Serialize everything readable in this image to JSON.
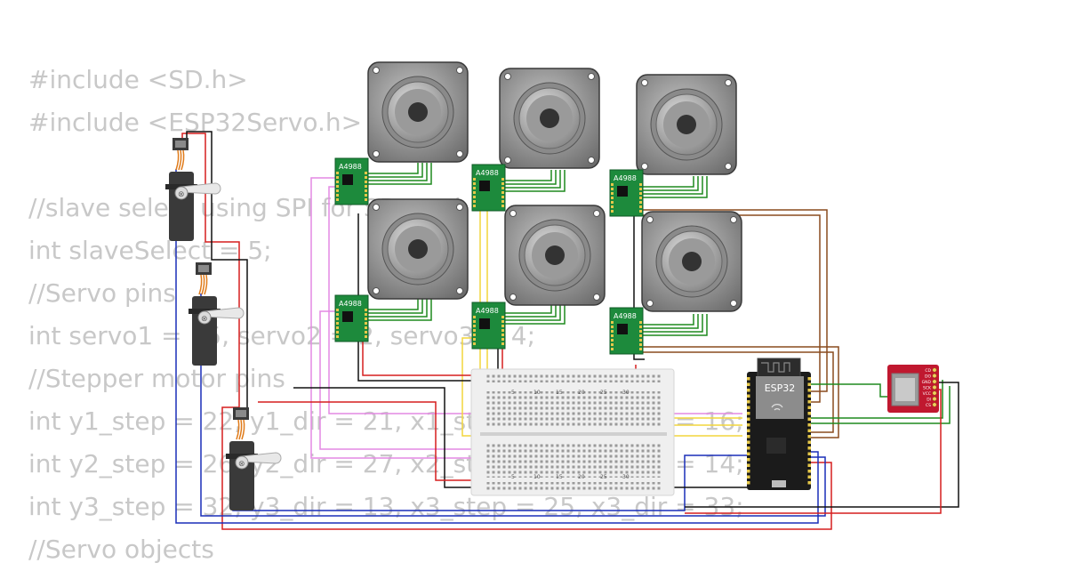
{
  "code_lines": [
    "#include <SD.h>",
    "#include <ESP32Servo.h>",
    "",
    "//slave select using SPI for SD card",
    "int slaveSelect = 5;",
    "//Servo pins",
    "int servo1 = 15, servo2 = 2, servo3 = 4;",
    "//Stepper motor pins",
    "int y1_step = 22, y1_dir = 21, x1_step = 19, x1_dir = 16;",
    "int y2_step = 26, y2_dir = 27, x2_step = 12, x2_dir = 14;",
    "int y3_step = 32, y3_dir = 13, x3_step = 25, x3_dir = 33;",
    "//Servo objects"
  ],
  "components": {
    "driver_label": "A4988",
    "mcu_label": "ESP32",
    "sd_pins": [
      "CD",
      "DO",
      "GND",
      "SCK",
      "VCC",
      "DI",
      "CS"
    ],
    "breadboard_numbers": [
      "5",
      "10",
      "15",
      "20",
      "25",
      "30"
    ]
  },
  "colors": {
    "wire_red": "#d61f1f",
    "wire_black": "#111111",
    "wire_blue": "#1a2fb8",
    "wire_pink": "#e489e4",
    "wire_yellow": "#f2d53c",
    "wire_green": "#1f8a1f",
    "wire_brown": "#8a4b1e",
    "driver_pcb": "#1d8a3c",
    "esp32_board": "#1b1b1b",
    "sd_board": "#c0182f"
  }
}
